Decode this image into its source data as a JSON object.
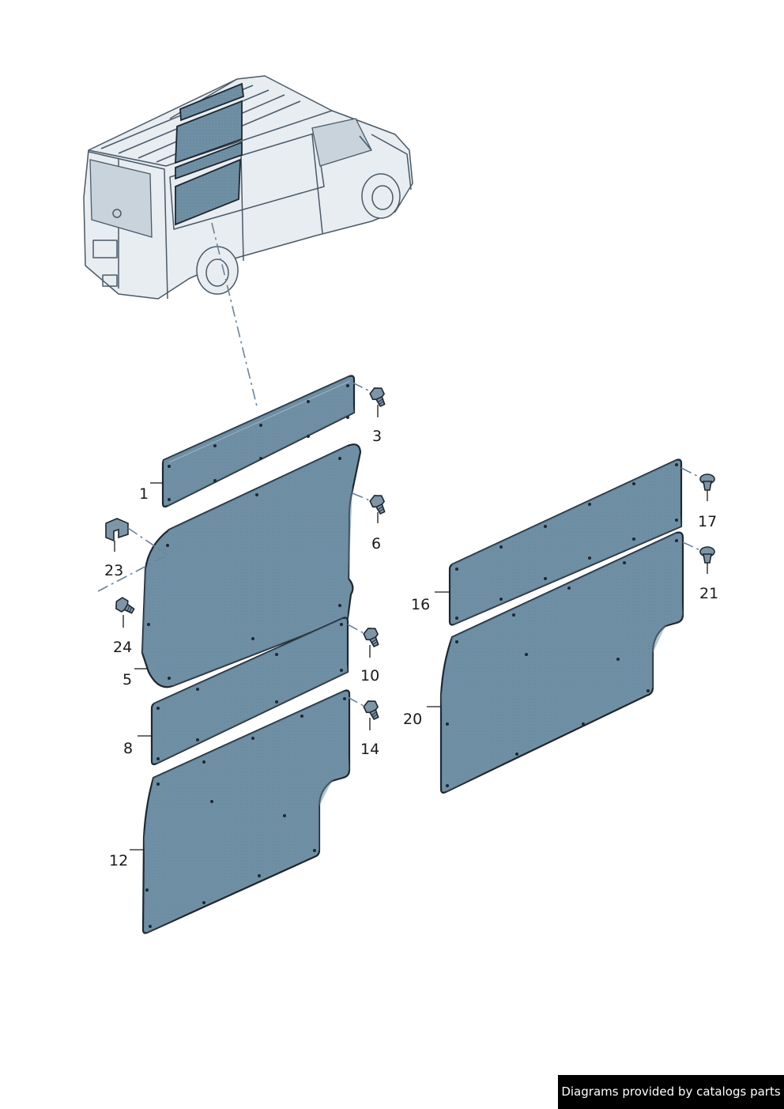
{
  "callouts": {
    "p1": "1",
    "p3": "3",
    "p5": "5",
    "p6": "6",
    "p8": "8",
    "p10": "10",
    "p12": "12",
    "p14": "14",
    "p16": "16",
    "p17": "17",
    "p20": "20",
    "p21": "21",
    "p23": "23",
    "p24": "24"
  },
  "footer": {
    "credit": "Diagrams provided by catalogs parts"
  },
  "colors": {
    "panel": "#6f8fa4",
    "outline": "#1d2730",
    "background": "#ffffff",
    "badge": "#000000"
  }
}
